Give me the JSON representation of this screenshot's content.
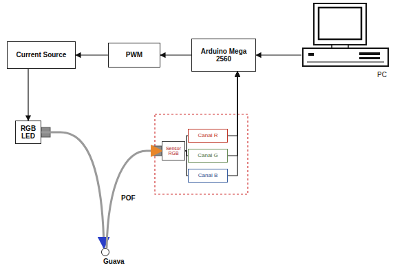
{
  "diagram": {
    "nodes": [
      {
        "text": [
          "Current Source"
        ]
      },
      {
        "text": [
          "PWM"
        ]
      },
      {
        "text": [
          "Arduino Mega 2560"
        ]
      },
      {
        "text": [
          "PC"
        ]
      },
      {
        "text": [
          "RGB LED"
        ]
      },
      {
        "text": [
          "Sensor RGB"
        ]
      },
      {
        "text": [
          "Canal R"
        ]
      },
      {
        "text": [
          "Canal G"
        ]
      },
      {
        "text": [
          "Canal B"
        ]
      },
      {
        "text": [
          "Guava"
        ]
      }
    ],
    "edges": [
      {
        "from": 3,
        "to": 2,
        "arrow": "to"
      },
      {
        "from": 2,
        "to": 1,
        "arrow": "to"
      },
      {
        "from": 1,
        "to": 0,
        "arrow": "to"
      },
      {
        "from": 0,
        "to": 4,
        "arrow": "to"
      },
      {
        "from": 4,
        "to": 9,
        "arrow": "to"
      },
      {
        "from": 9,
        "to": 5,
        "arrow": "to"
      },
      {
        "from": 5,
        "to": 6,
        "arrow": "none"
      },
      {
        "from": 5,
        "to": 7,
        "arrow": "none"
      },
      {
        "from": 5,
        "to": 8,
        "arrow": "none"
      },
      {
        "from": 6,
        "to": 2,
        "arrow": "to"
      },
      {
        "from": 7,
        "to": 2,
        "arrow": "to"
      },
      {
        "from": 8,
        "to": 2,
        "arrow": "to"
      }
    ],
    "labels": [
      "POF"
    ]
  }
}
